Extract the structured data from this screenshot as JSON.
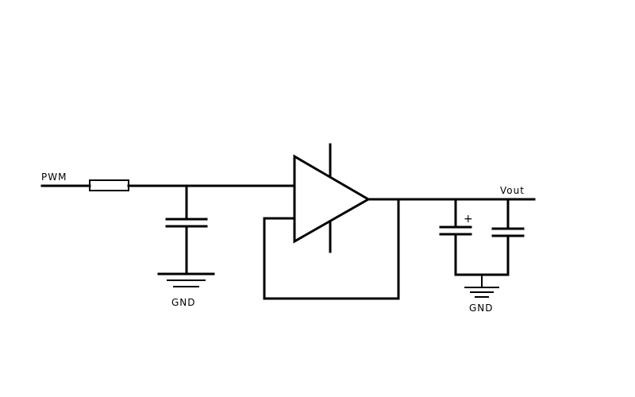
{
  "diagram": {
    "labels": {
      "input": "PWM",
      "output": "Vout",
      "ground_left": "GND",
      "ground_right": "GND",
      "polarity": "+"
    },
    "components": [
      {
        "kind": "resistor",
        "name": "input-resistor"
      },
      {
        "kind": "capacitor",
        "name": "filter-capacitor"
      },
      {
        "kind": "op-amp",
        "name": "buffer-op-amp"
      },
      {
        "kind": "polarized-capacitor",
        "name": "output-electrolytic-capacitor"
      },
      {
        "kind": "capacitor",
        "name": "output-capacitor"
      },
      {
        "kind": "ground",
        "name": "ground-left"
      },
      {
        "kind": "ground",
        "name": "ground-right"
      }
    ],
    "colors": {
      "stroke": "#000000",
      "background": "#ffffff"
    }
  }
}
